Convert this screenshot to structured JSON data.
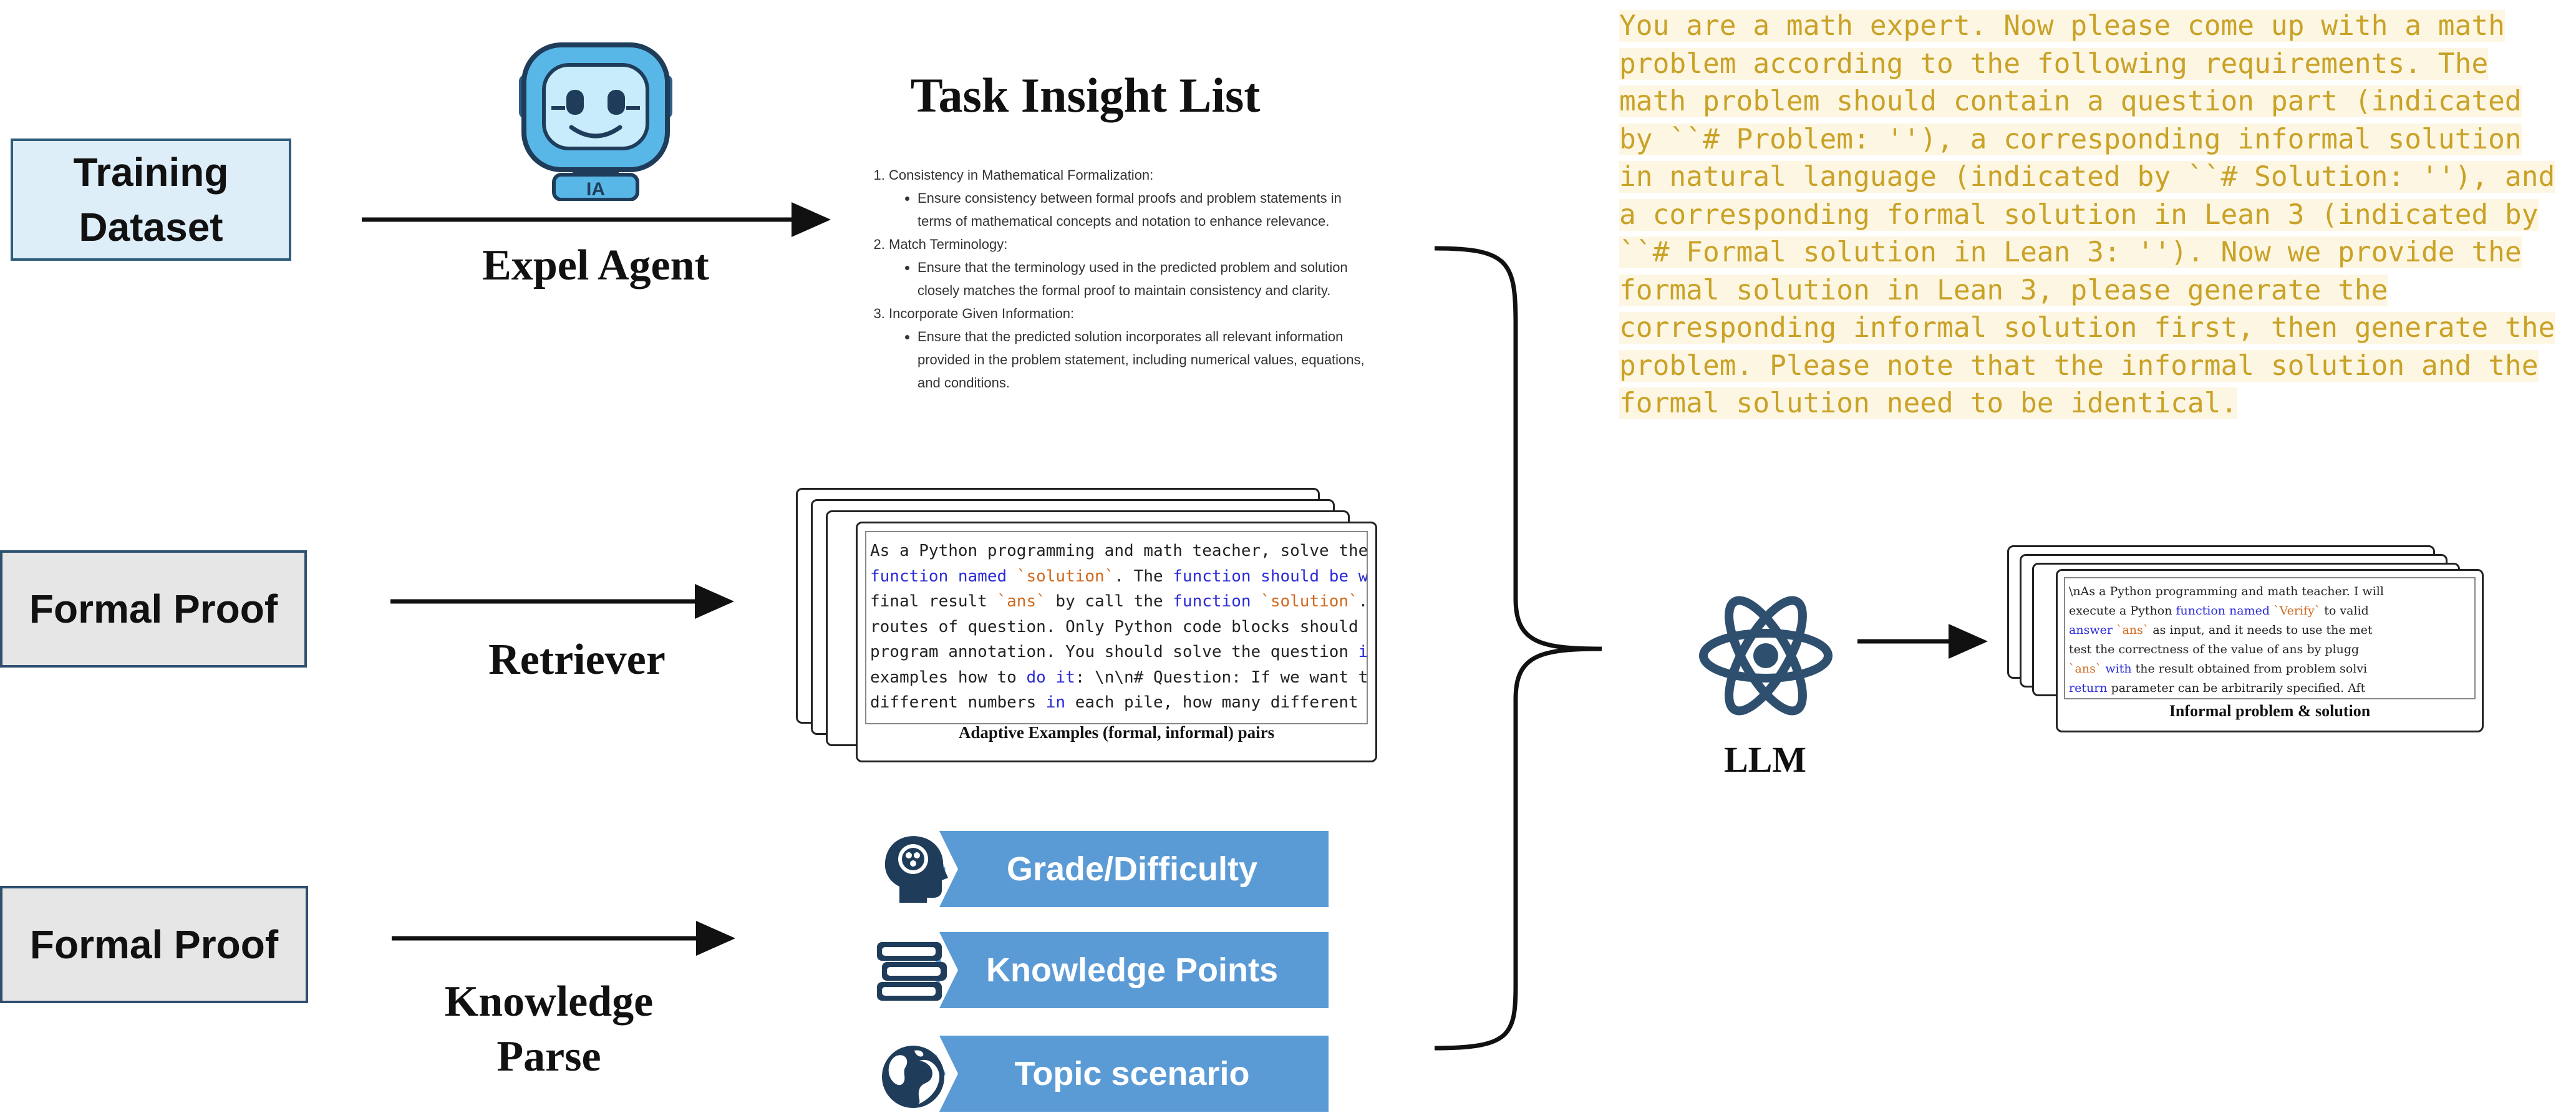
{
  "inputs": {
    "training_dataset": "Training\nDataset",
    "formal_proof_1": "Formal Proof",
    "formal_proof_2": "Formal Proof"
  },
  "agents": {
    "expel_agent": "Expel Agent",
    "retriever": "Retriever",
    "knowledge_parse": "Knowledge\nParse"
  },
  "insight_list": {
    "title": "Task Insight List",
    "items": [
      {
        "heading": "Consistency in Mathematical Formalization:",
        "detail": "Ensure consistency between formal proofs and problem statements in terms of mathematical concepts and notation to enhance relevance."
      },
      {
        "heading": "Match Terminology:",
        "detail": "Ensure that the terminology used in the predicted problem and solution closely matches the formal proof to maintain consistency and clarity."
      },
      {
        "heading": "Incorporate Given Information:",
        "detail": "Ensure that the predicted solution incorporates all relevant information provided in the problem statement, including numerical values, equations, and conditions."
      }
    ]
  },
  "examples": {
    "caption": "Adaptive Examples (formal, informal) pairs",
    "code_lines": [
      "As a Python programming and math teacher, solve the fol",
      "function named `solution`. The function should be writt",
      "final result `ans` by call the function `solution`. In",
      "routes of question. Only Python code blocks should be w",
      "program annotation. You should solve the question in a",
      "examples how to do it: \\n\\n# Question: If we want to di",
      "different numbers in each pile, how many different ways"
    ]
  },
  "knowledge": {
    "items": [
      "Grade/Difficulty",
      "Knowledge Points",
      "Topic scenario"
    ],
    "icons": [
      "brain-head-icon",
      "books-icon",
      "globe-icon"
    ],
    "bar_color": "#5b9bd5"
  },
  "prompt_text": "You are a math expert. Now please come up with a math problem according to the following requirements. The math problem should contain a question part (indicated by ``# Problem: ''), a corresponding informal solution in natural language (indicated by ``# Solution: ''), and a corresponding formal solution in Lean 3 (indicated by ``# Formal solution in Lean 3: '').  Now we provide the formal solution in Lean 3, please generate the corresponding informal solution first, then generate the problem. Please note that the informal solution and the formal solution need to be identical.",
  "llm": {
    "label": "LLM"
  },
  "output": {
    "caption": "Informal problem & solution",
    "code_lines": [
      "\\nAs a Python programming and math teacher. I will",
      "execute a Python function named `Verify` to valid",
      "answer `ans` as input, and it needs to use the met",
      "test the correctness of the value of ans by plugg",
      "`ans` with the result obtained from problem solvi",
      "return parameter can be arbitrarily specified. Aft"
    ]
  },
  "colors": {
    "training_box_fill": "#ddeef9",
    "training_box_border": "#2f5d7c",
    "proof_box_fill": "#e6e6e6",
    "proof_box_border": "#2f4f6f",
    "prompt_text": "#c9a227",
    "atom": "#2f4f6f"
  }
}
